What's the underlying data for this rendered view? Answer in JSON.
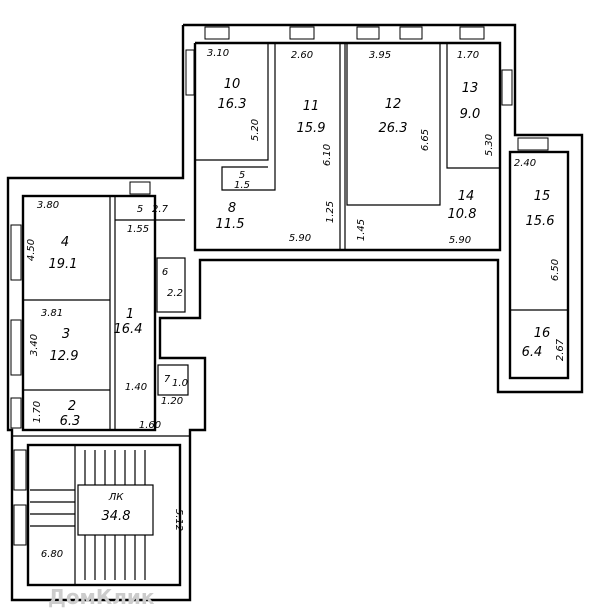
{
  "plan": {
    "rooms": [
      {
        "id": "10",
        "area": "16.3",
        "width": "3.10",
        "length": "5.20"
      },
      {
        "id": "11",
        "area": "15.9",
        "width": "2.60",
        "length": "6.10"
      },
      {
        "id": "12",
        "area": "26.3",
        "width": "3.95",
        "length": "6.65"
      },
      {
        "id": "13",
        "area": "9.0",
        "width": "1.70",
        "length": "5.30"
      },
      {
        "id": "5",
        "area": "1.5"
      },
      {
        "id": "8",
        "area": "11.5",
        "width": "5.90",
        "length": "1.25"
      },
      {
        "id": "14",
        "area": "10.8",
        "width": "5.90",
        "length": "1.45"
      },
      {
        "id": "15",
        "area": "15.6",
        "width": "2.40",
        "length": "6.50"
      },
      {
        "id": "16",
        "area": "6.4",
        "length": "2.67"
      },
      {
        "id": "4",
        "area": "19.1",
        "width": "3.80",
        "length": "4.50"
      },
      {
        "id": "3",
        "area": "12.9",
        "width": "3.81",
        "length": "3.40"
      },
      {
        "id": "2",
        "area": "6.3",
        "length": "1.70"
      },
      {
        "id": "1",
        "area": "16.4",
        "width": "1.40",
        "length": "1.60"
      },
      {
        "id": "5",
        "area": "2.7",
        "width": "1.55"
      },
      {
        "id": "6",
        "area": "2.2"
      },
      {
        "id": "7",
        "area": "1.0",
        "width": "1.20"
      },
      {
        "id": "ЛК",
        "area": "34.8",
        "width": "6.80",
        "length": "5.12"
      }
    ],
    "watermark": "ДомКлик"
  }
}
